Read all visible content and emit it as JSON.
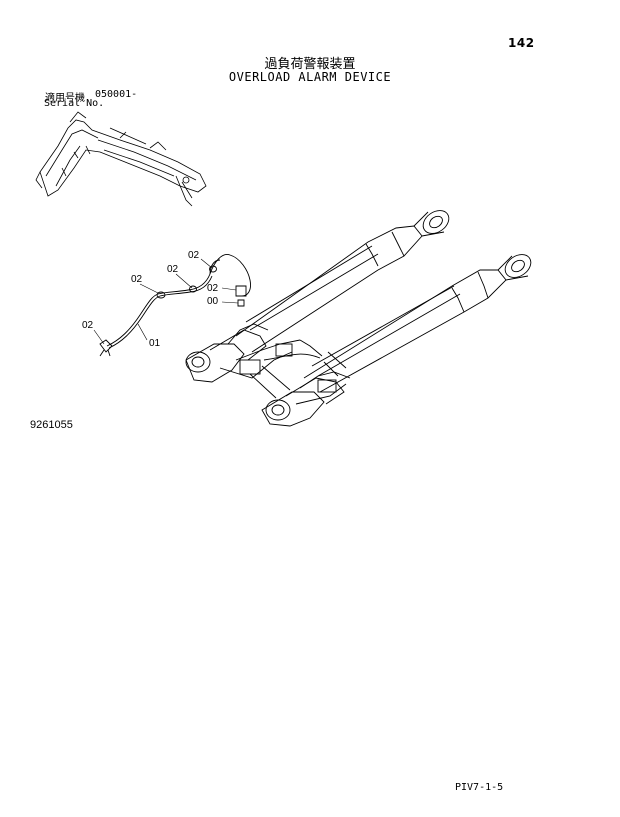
{
  "page_number": "142",
  "title_jp": "過負荷警報装置",
  "title_en": "OVERLOAD ALARM DEVICE",
  "serial_label_jp": "適用号機",
  "serial_number": "050001-",
  "serial_label_en": "Serial No.",
  "callouts": [
    "02",
    "02",
    "02",
    "02",
    "00",
    "02",
    "01"
  ],
  "figure_number": "9261055",
  "footer_code": "PIV7-1-5"
}
